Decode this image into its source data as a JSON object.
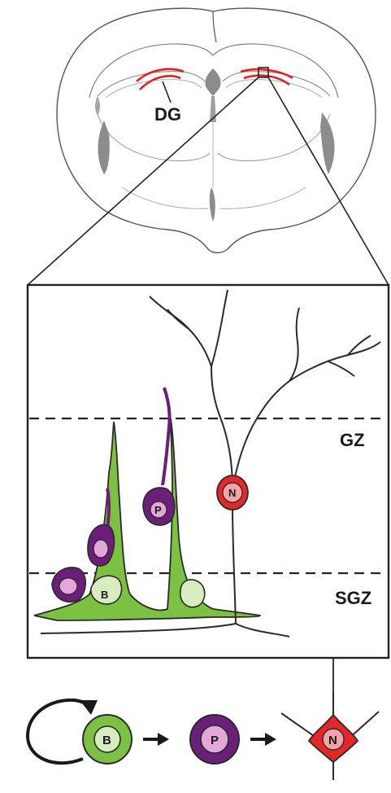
{
  "labels": {
    "dg": "DG",
    "gz": "GZ",
    "sgz": "SGZ"
  },
  "cells": {
    "basal": "B",
    "progenitor": "P",
    "neuron": "N"
  },
  "colors": {
    "outline": "#222222",
    "brain_fill": "#ffffff",
    "ventricle_gray": "#8c8c8c",
    "dg_red": "#e0201c",
    "neuron_red": "#e4282a",
    "neuron_pink": "#f4a3a8",
    "radial_green": "#7cc142",
    "radial_green_light": "#d9ecc0",
    "progenitor_purple": "#6b1f78",
    "progenitor_pink": "#e3a6d8"
  }
}
